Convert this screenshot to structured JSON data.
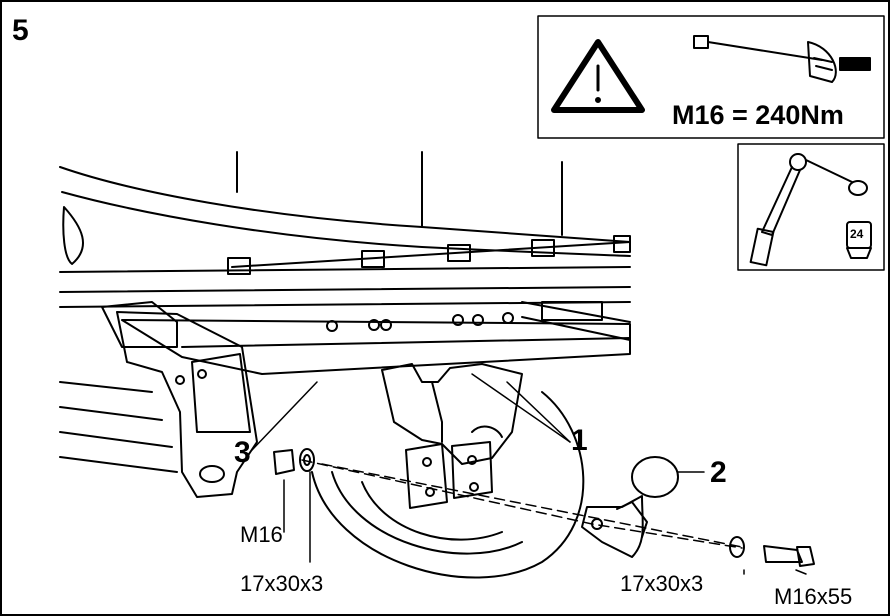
{
  "step_number": "5",
  "torque_spec": "M16 = 240Nm",
  "socket_size": "24",
  "callouts": [
    "1",
    "2",
    "3"
  ],
  "parts": {
    "nut": "M16",
    "washer_left": "17x30x3",
    "washer_right": "17x30x3",
    "bolt": "M16x55"
  },
  "icons": [
    "warning-triangle-icon",
    "torque-wrench-icon",
    "socket-wrench-icon",
    "socket-icon"
  ],
  "colors": {
    "ink": "#000000",
    "paper": "#ffffff"
  }
}
